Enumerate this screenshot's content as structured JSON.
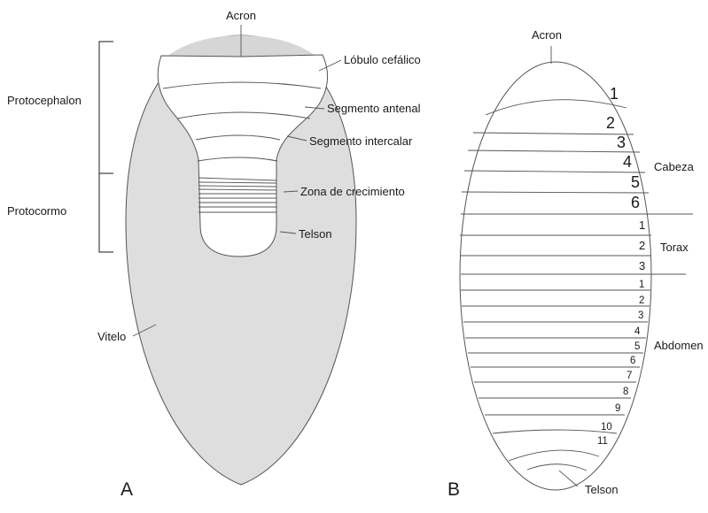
{
  "panel_a": {
    "letter": "A",
    "labels": {
      "acron": "Acron",
      "lobulo": "Lóbulo cefálico",
      "seg_antenal": "Segmento antenal",
      "seg_intercalar": "Segmento intercalar",
      "zona": "Zona de crecimiento",
      "telson": "Telson",
      "protocephalon": "Protocephalon",
      "protocormo": "Protocormo",
      "vitelo": "Vitelo"
    },
    "colors": {
      "yolk_fill": "#dedede",
      "outline": "#555555"
    }
  },
  "panel_b": {
    "letter": "B",
    "labels": {
      "acron": "Acron",
      "telson": "Telson",
      "cabeza": "Cabeza",
      "torax": "Torax",
      "abdomen": "Abdomen"
    },
    "head_numbers": [
      "1",
      "2",
      "3",
      "4",
      "5",
      "6"
    ],
    "thorax_numbers": [
      "1",
      "2",
      "3"
    ],
    "abdomen_numbers": [
      "1",
      "2",
      "3",
      "4",
      "5",
      "6",
      "7",
      "8",
      "9",
      "10",
      "11"
    ]
  }
}
